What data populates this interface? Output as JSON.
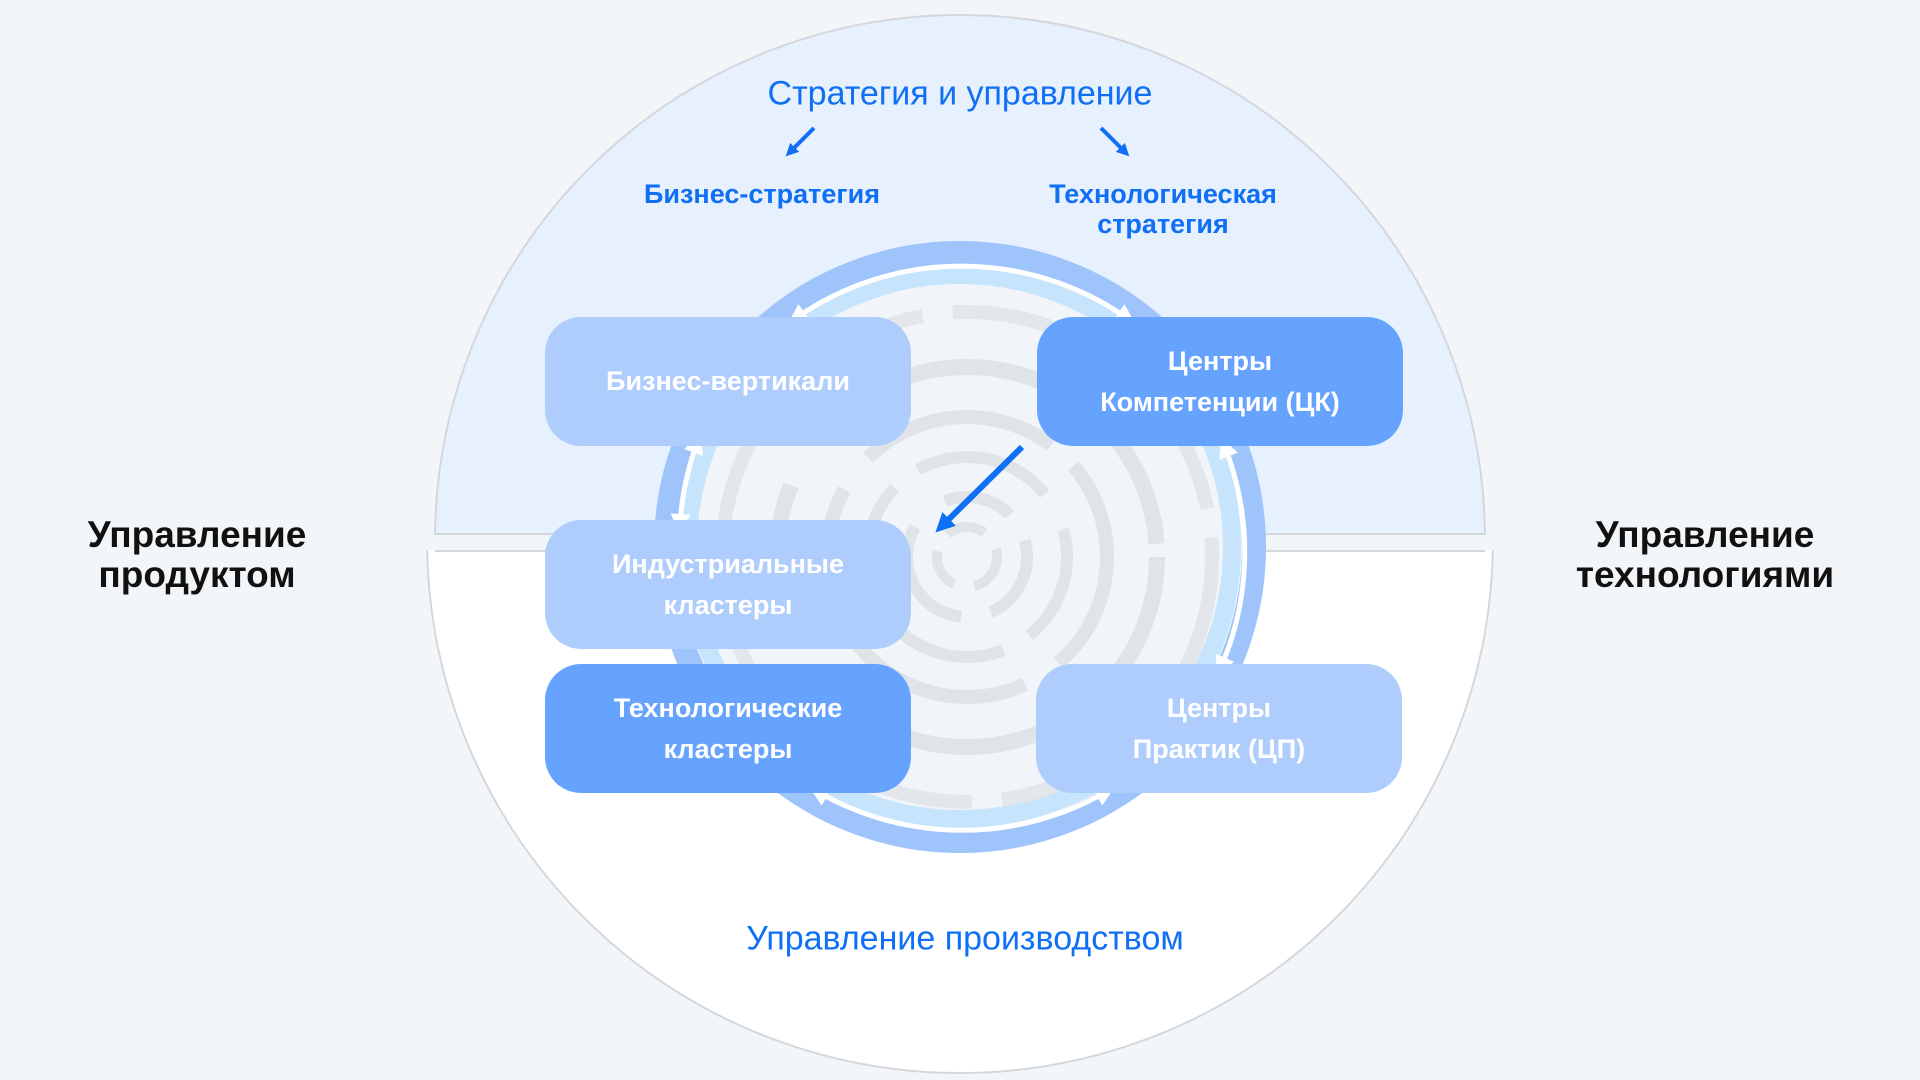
{
  "top_section": {
    "title": "Стратегия и управление",
    "left_sub": "Бизнес-стратегия",
    "right_sub_line1": "Технологическая",
    "right_sub_line2": "стратегия"
  },
  "side_labels": {
    "left_line1": "Управление",
    "left_line2": "продуктом",
    "right_line1": "Управление",
    "right_line2": "технологиями"
  },
  "bottom_section": {
    "title": "Управление производством"
  },
  "boxes": [
    {
      "line1": "Бизнес-вертикали",
      "line2": ""
    },
    {
      "line1": "Центры",
      "line2": "Компетенции (ЦК)"
    },
    {
      "line1": "Индустриальные",
      "line2": "кластеры"
    },
    {
      "line1": "Технологические",
      "line2": "кластеры"
    },
    {
      "line1": "Центры",
      "line2": "Практик (ЦП)"
    }
  ],
  "colors": {
    "accent": "#0f6ff5",
    "box_light": "#aecdfd",
    "box_dark": "#66a3ff",
    "ring": "#9ec4fb",
    "top_fill": "#e7f0fd"
  }
}
